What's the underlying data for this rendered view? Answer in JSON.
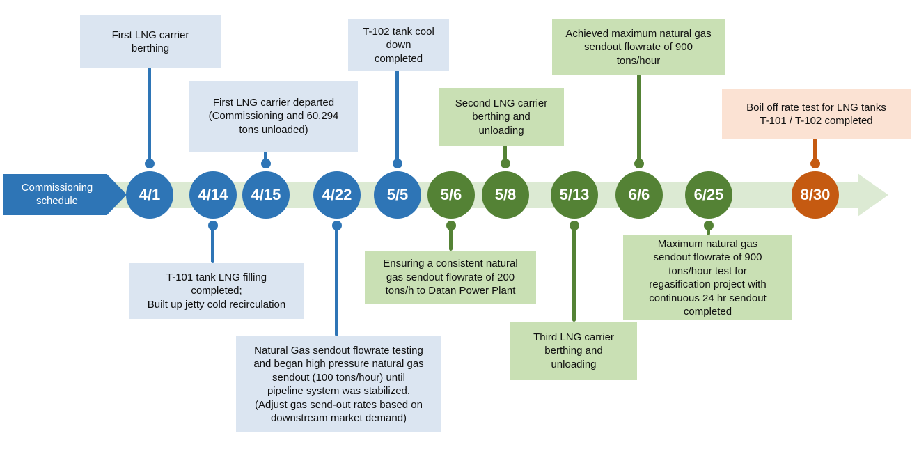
{
  "banner": {
    "label": "Commissioning\nschedule"
  },
  "timeline": {
    "nodes": [
      {
        "date": "4/1",
        "color": "blue"
      },
      {
        "date": "4/14",
        "color": "blue"
      },
      {
        "date": "4/15",
        "color": "blue"
      },
      {
        "date": "4/22",
        "color": "blue"
      },
      {
        "date": "5/5",
        "color": "blue"
      },
      {
        "date": "5/6",
        "color": "green"
      },
      {
        "date": "5/8",
        "color": "green"
      },
      {
        "date": "5/13",
        "color": "green"
      },
      {
        "date": "6/6",
        "color": "green"
      },
      {
        "date": "6/25",
        "color": "green"
      },
      {
        "date": "8/30",
        "color": "orange"
      }
    ]
  },
  "callouts": [
    {
      "node": "4/1",
      "position": "above",
      "color": "blue",
      "text": "First LNG carrier\nberthing"
    },
    {
      "node": "4/15",
      "position": "above",
      "color": "blue",
      "text": "First LNG carrier departed\n(Commissioning and 60,294\ntons unloaded)"
    },
    {
      "node": "5/5",
      "position": "above",
      "color": "blue",
      "text": "T-102 tank cool\ndown\ncompleted"
    },
    {
      "node": "5/8",
      "position": "above",
      "color": "green",
      "text": "Second LNG carrier\nberthing and\nunloading"
    },
    {
      "node": "6/6",
      "position": "above",
      "color": "green",
      "text": "Achieved maximum natural gas\nsendout flowrate of 900\ntons/hour"
    },
    {
      "node": "8/30",
      "position": "above",
      "color": "orange",
      "text": "Boil off rate test for LNG tanks\nT-101 / T-102 completed"
    },
    {
      "node": "4/14",
      "position": "below",
      "color": "blue",
      "text": "T-101 tank LNG filling\ncompleted;\nBuilt up jetty cold recirculation"
    },
    {
      "node": "4/22",
      "position": "below",
      "color": "blue",
      "text": "Natural Gas sendout flowrate testing\nand began high pressure natural gas\nsendout (100 tons/hour) until\npipeline system was stabilized.\n(Adjust gas send-out rates based on\ndownstream market demand)"
    },
    {
      "node": "5/6",
      "position": "below",
      "color": "green",
      "text": "Ensuring a consistent natural\ngas sendout flowrate of 200\ntons/h to Datan Power Plant"
    },
    {
      "node": "5/13",
      "position": "below",
      "color": "green",
      "text": "Third LNG carrier\nberthing and\nunloading"
    },
    {
      "node": "6/25",
      "position": "below",
      "color": "green",
      "text": "Maximum natural gas\nsendout flowrate of 900\ntons/hour test for\nregasification project with\ncontinuous 24 hr sendout\ncompleted"
    }
  ],
  "colors": {
    "blue_node": "#2e75b6",
    "green_node": "#548235",
    "orange_node": "#c55a11",
    "blue_box": "#dbe5f1",
    "green_box": "#c9e0b4",
    "orange_box": "#fbe2d3",
    "timeline_band": "#dcead3"
  }
}
